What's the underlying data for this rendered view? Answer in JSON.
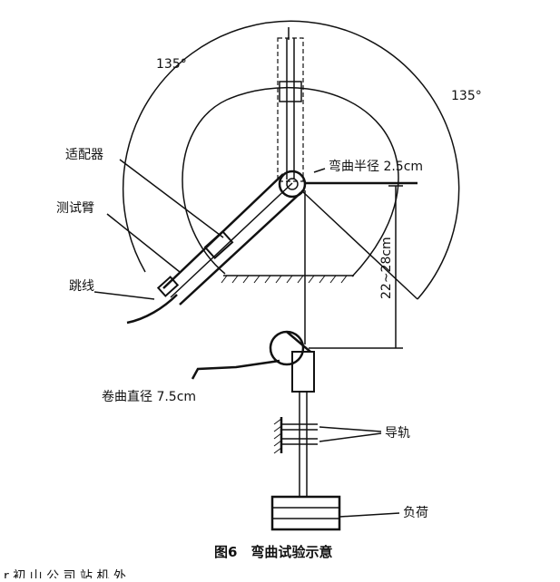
{
  "figure": {
    "angle_left": "135°",
    "angle_right": "135°",
    "labels": {
      "adapter": "适配器",
      "test_arm": "测试臂",
      "jumper": "跳线",
      "bend_radius": "弯曲半径 2.5cm",
      "distance": "22~28cm",
      "winding_diameter": "卷曲直径 7.5cm",
      "guide_rail": "导轨",
      "load": "负荷"
    },
    "caption": "图6　弯曲试验示意",
    "footer_fragment": "r 初 山 公 司 站 机 外"
  }
}
